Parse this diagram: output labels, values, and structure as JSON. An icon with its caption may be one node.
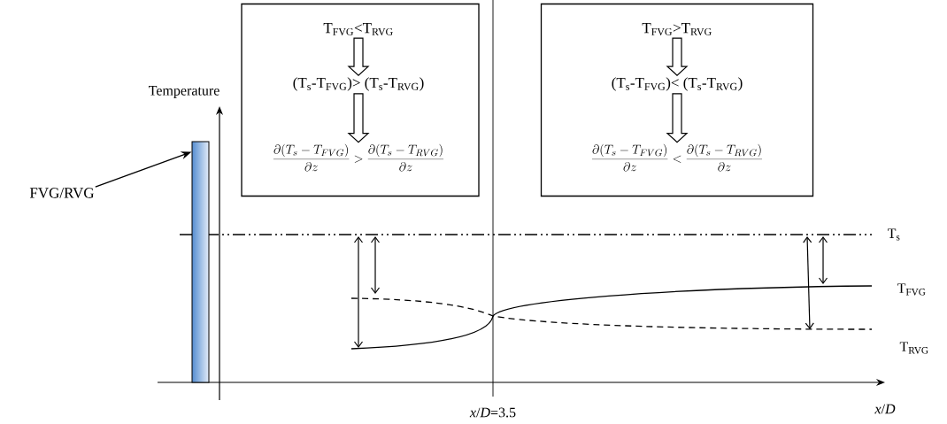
{
  "diagram": {
    "nodes": [
      {
        "text": [],
        "shape": "box"
      },
      {
        "text": [
          "T$_{FVG}$<T$_{RVG}$"
        ],
        "in": 0
      },
      {
        "text": [
          "(T$_{s}$-T$_{FVG}$)> (T$_{s}$-T$_{RVG}$)"
        ],
        "in": 0
      },
      {
        "text": [
          "\\frac{\\partial(T_s - T_{FVG})}{\\partial z} > \\frac{\\partial(T_s - T_{RVG})}{\\partial z}"
        ],
        "in": 0
      },
      {
        "text": [],
        "shape": "box"
      },
      {
        "text": [
          "T$_{FVG}$>T$_{RVG}$"
        ],
        "in": 4
      },
      {
        "text": [
          "(T$_{s}$-T$_{FVG}$)< (T$_{s}$-T$_{RVG}$)"
        ],
        "in": 4
      },
      {
        "text": [
          "\\frac{\\partial(T_s - T_{FVG})}{\\partial z} < \\frac{\\partial(T_s - T_{RVG})}{\\partial z}"
        ],
        "in": 4
      },
      {
        "text": [
          "FVG/RVG"
        ]
      },
      {
        "text": [],
        "shape": "bar"
      }
    ],
    "edges": [
      {
        "from": 1,
        "to": 2,
        "arrow": "to"
      },
      {
        "from": 2,
        "to": 3,
        "arrow": "to"
      },
      {
        "from": 5,
        "to": 6,
        "arrow": "to"
      },
      {
        "from": 6,
        "to": 7,
        "arrow": "to"
      },
      {
        "from": 8,
        "to": 9,
        "arrow": "to"
      }
    ],
    "labels": [
      "Temperature",
      "T$_{s}$",
      "T$_{FVG}$",
      "T$_{RVG}$",
      "*x*/*D*=3.5",
      "*x*/*D*"
    ]
  }
}
